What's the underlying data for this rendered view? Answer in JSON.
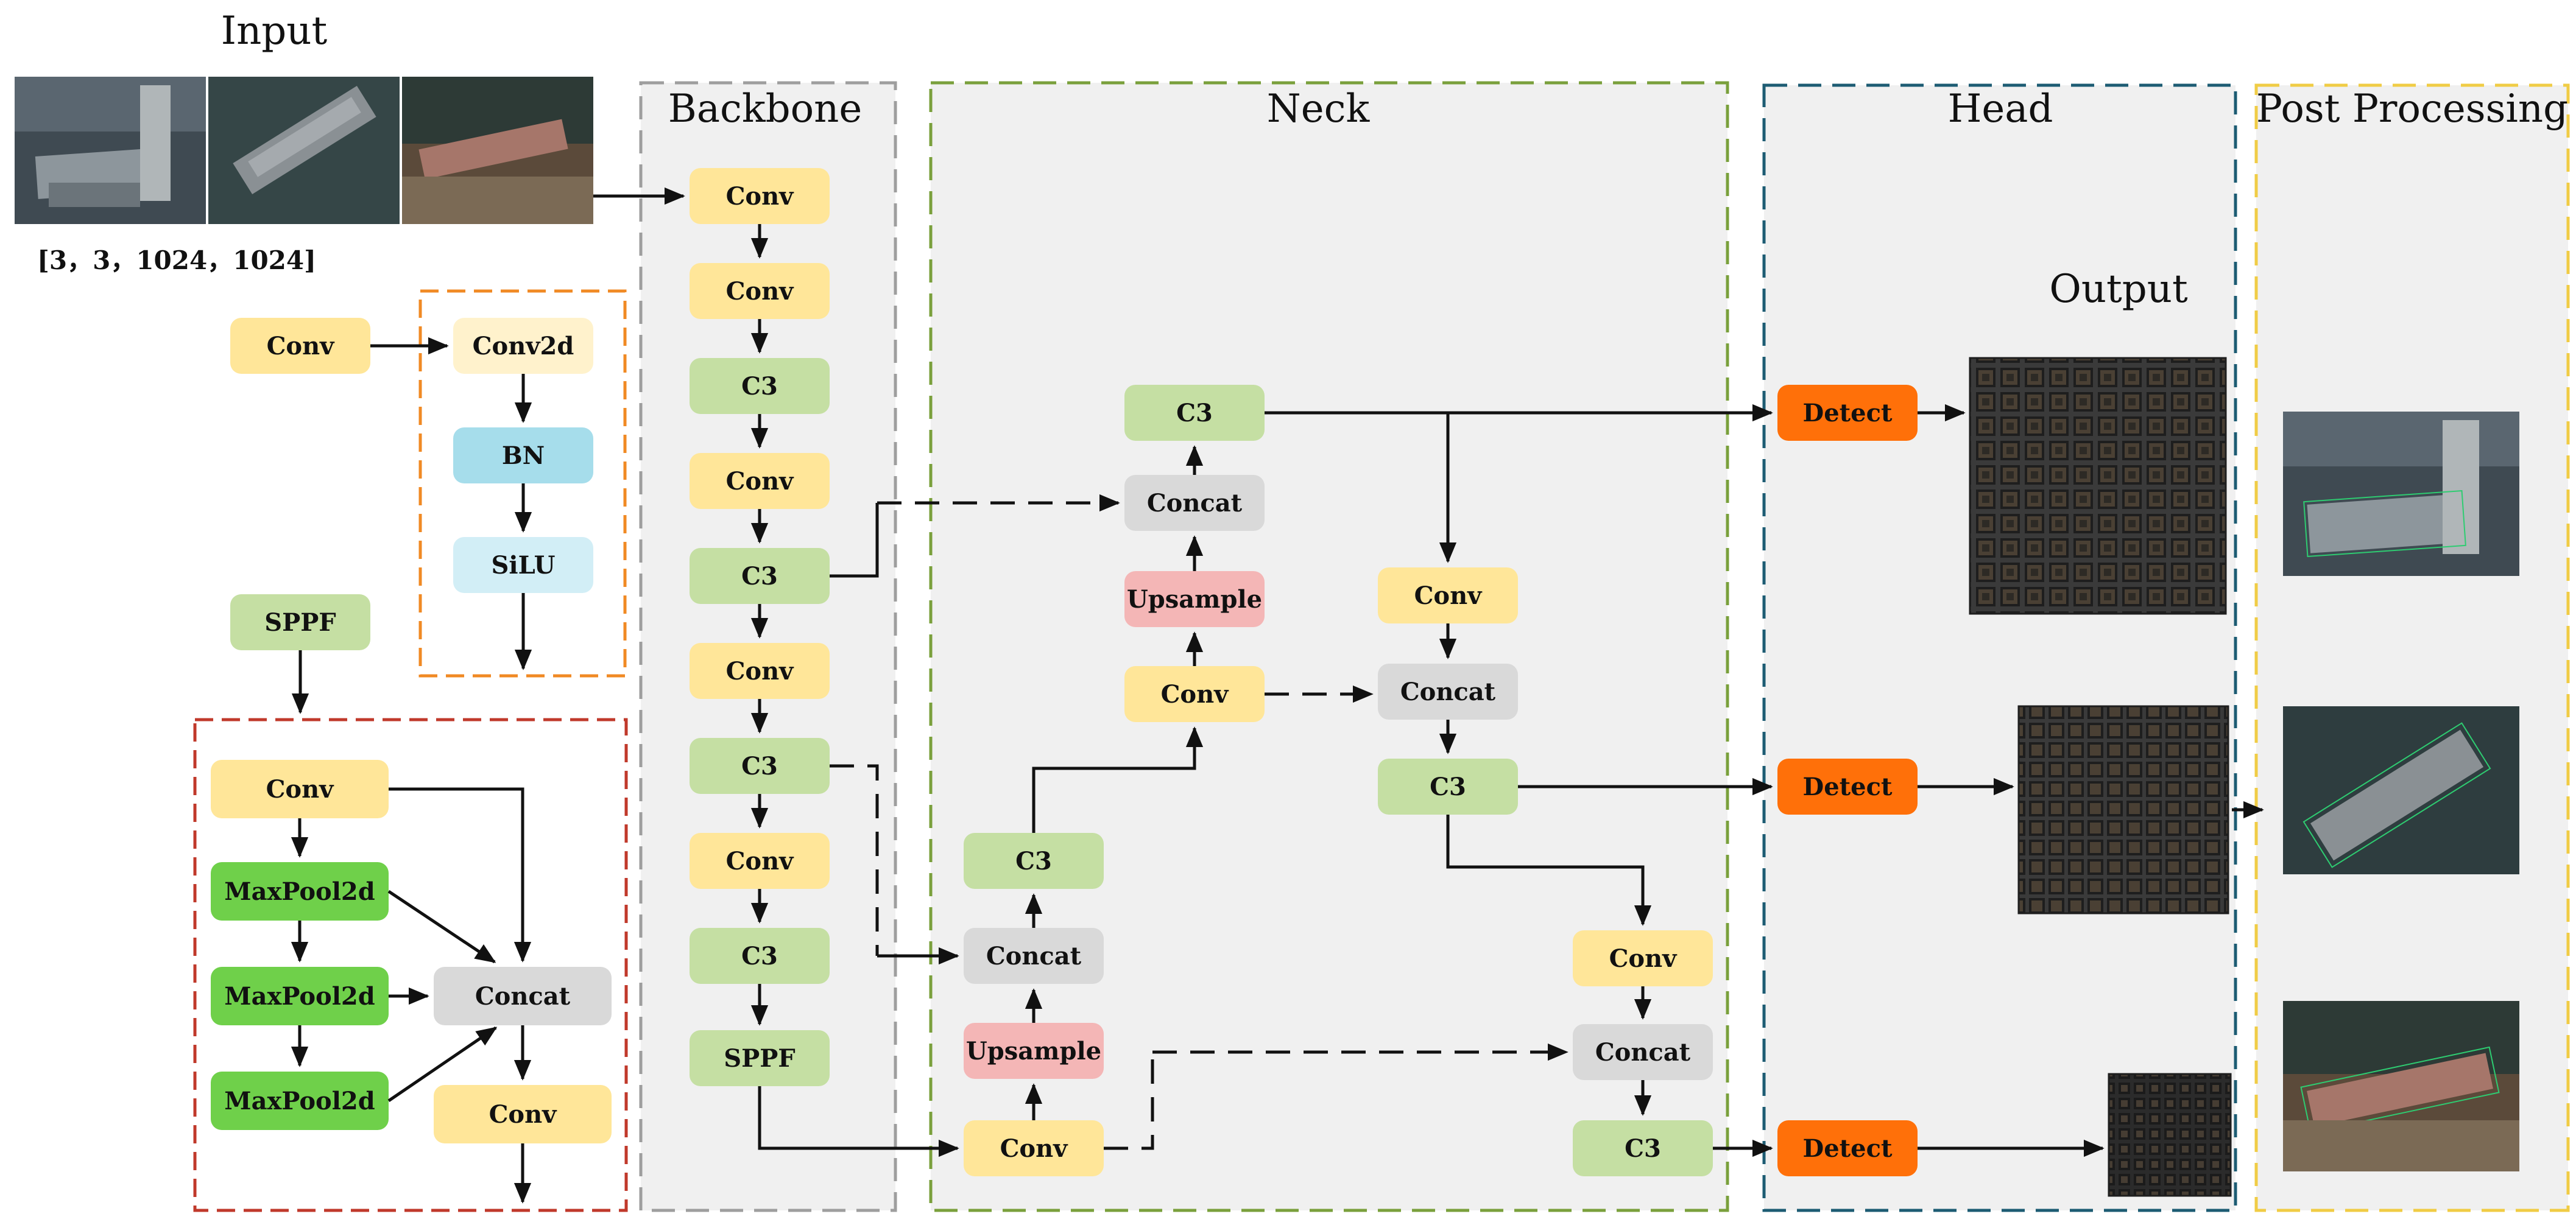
{
  "titles": {
    "input": "Input",
    "backbone": "Backbone",
    "neck": "Neck",
    "head": "Head",
    "post": "Post Processing",
    "output": "Output"
  },
  "input_shape": "[3，3，1024，1024]",
  "colors": {
    "conv": "#FFE699",
    "c3": "#C5DFA3",
    "maxpool": "#6FD04A",
    "concat": "#D9D9D9",
    "upsample": "#F4B6B6",
    "detect": "#FF7009",
    "bn": "#A6DDEB",
    "silu": "#D2EEF6",
    "conv2d": "#FFF2CC",
    "backbone_border": "#9E9E9E",
    "neck_border": "#7AA03C",
    "head_border": "#1D5C73",
    "post_border": "#F0CC45",
    "conv_legend_border": "#F08A24",
    "sppf_legend_border": "#C0392B",
    "panel_fill": "#F0F0F0"
  },
  "legend_conv": {
    "conv": "Conv",
    "conv2d": "Conv2d",
    "bn": "BN",
    "silu": "SiLU"
  },
  "legend_sppf": {
    "sppf": "SPPF",
    "conv_top": "Conv",
    "maxpool1": "MaxPool2d",
    "maxpool2": "MaxPool2d",
    "maxpool3": "MaxPool2d",
    "concat": "Concat",
    "conv_bottom": "Conv"
  },
  "backbone": {
    "blocks": [
      "Conv",
      "Conv",
      "C3",
      "Conv",
      "C3",
      "Conv",
      "C3",
      "Conv",
      "C3",
      "SPPF"
    ]
  },
  "neck": {
    "col1": {
      "c3_top": "C3",
      "concat_top": "Concat",
      "upsample_top": "Upsample",
      "conv_mid": "Conv"
    },
    "col0": {
      "c3_mid": "C3",
      "concat_mid": "Concat",
      "upsample_bot": "Upsample",
      "conv_bot": "Conv"
    },
    "col2": {
      "conv": "Conv",
      "concat": "Concat",
      "c3": "C3"
    },
    "col3": {
      "conv": "Conv",
      "concat": "Concat",
      "c3": "C3"
    }
  },
  "head": {
    "detect1": "Detect",
    "detect2": "Detect",
    "detect3": "Detect"
  }
}
